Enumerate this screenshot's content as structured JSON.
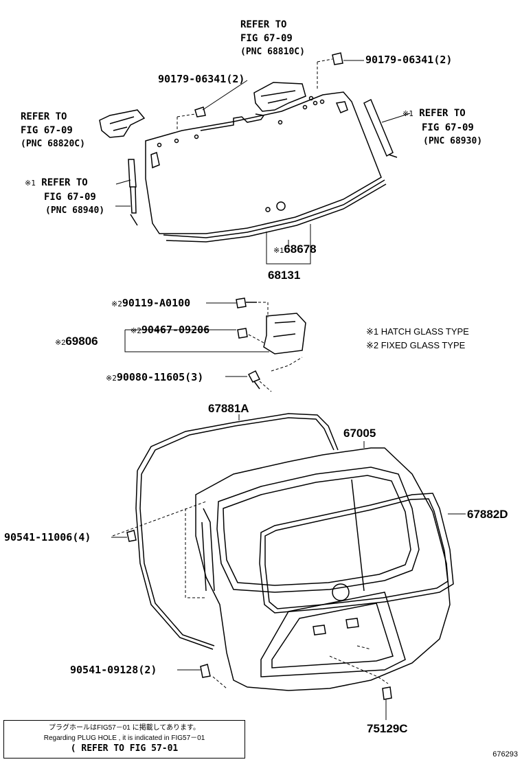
{
  "parts": {
    "bolt_upper_left": "90179-06341(2)",
    "bolt_upper_right": "90179-06341(2)",
    "hatch_glass_strip": "68678",
    "glass_assy": "68131",
    "bolt_90119": "90119-A0100",
    "bolt_90467": "90467-09206",
    "hinge_69806": "69806",
    "bolt_90080": "90080-11605(3)",
    "weatherstrip_outer": "67881A",
    "back_door_panel": "67005",
    "weatherstrip_inner": "67882D",
    "cushion_upper": "90541-11006(4)",
    "cushion_lower": "90541-09128(2)",
    "plate_75129c": "75129C"
  },
  "marks": {
    "m1": "※1",
    "m2": "※2"
  },
  "refs": {
    "top": {
      "line1": "REFER TO",
      "line2": "FIG 67-09",
      "line3": "(PNC 68810C)"
    },
    "left": {
      "line1": "REFER TO",
      "line2": "FIG 67-09",
      "line3": "(PNC 68820C)"
    },
    "right": {
      "line1": "REFER TO",
      "line2": "FIG 67-09",
      "line3": "(PNC 68930)"
    },
    "left_stay": {
      "line1": "REFER TO",
      "line2": "FIG 67-09",
      "line3": "(PNC 68940)"
    }
  },
  "legend": {
    "item1": "※1 HATCH GLASS TYPE",
    "item2": "※2 FIXED GLASS TYPE"
  },
  "note": {
    "line1": "プラグホールはFIG57－01 に掲載してあります。",
    "line2": "Regarding  PLUG HOLE , it is indicated in FIG57－01",
    "line3": "( REFER TO FIG 57-01"
  },
  "figure_number": "676293"
}
